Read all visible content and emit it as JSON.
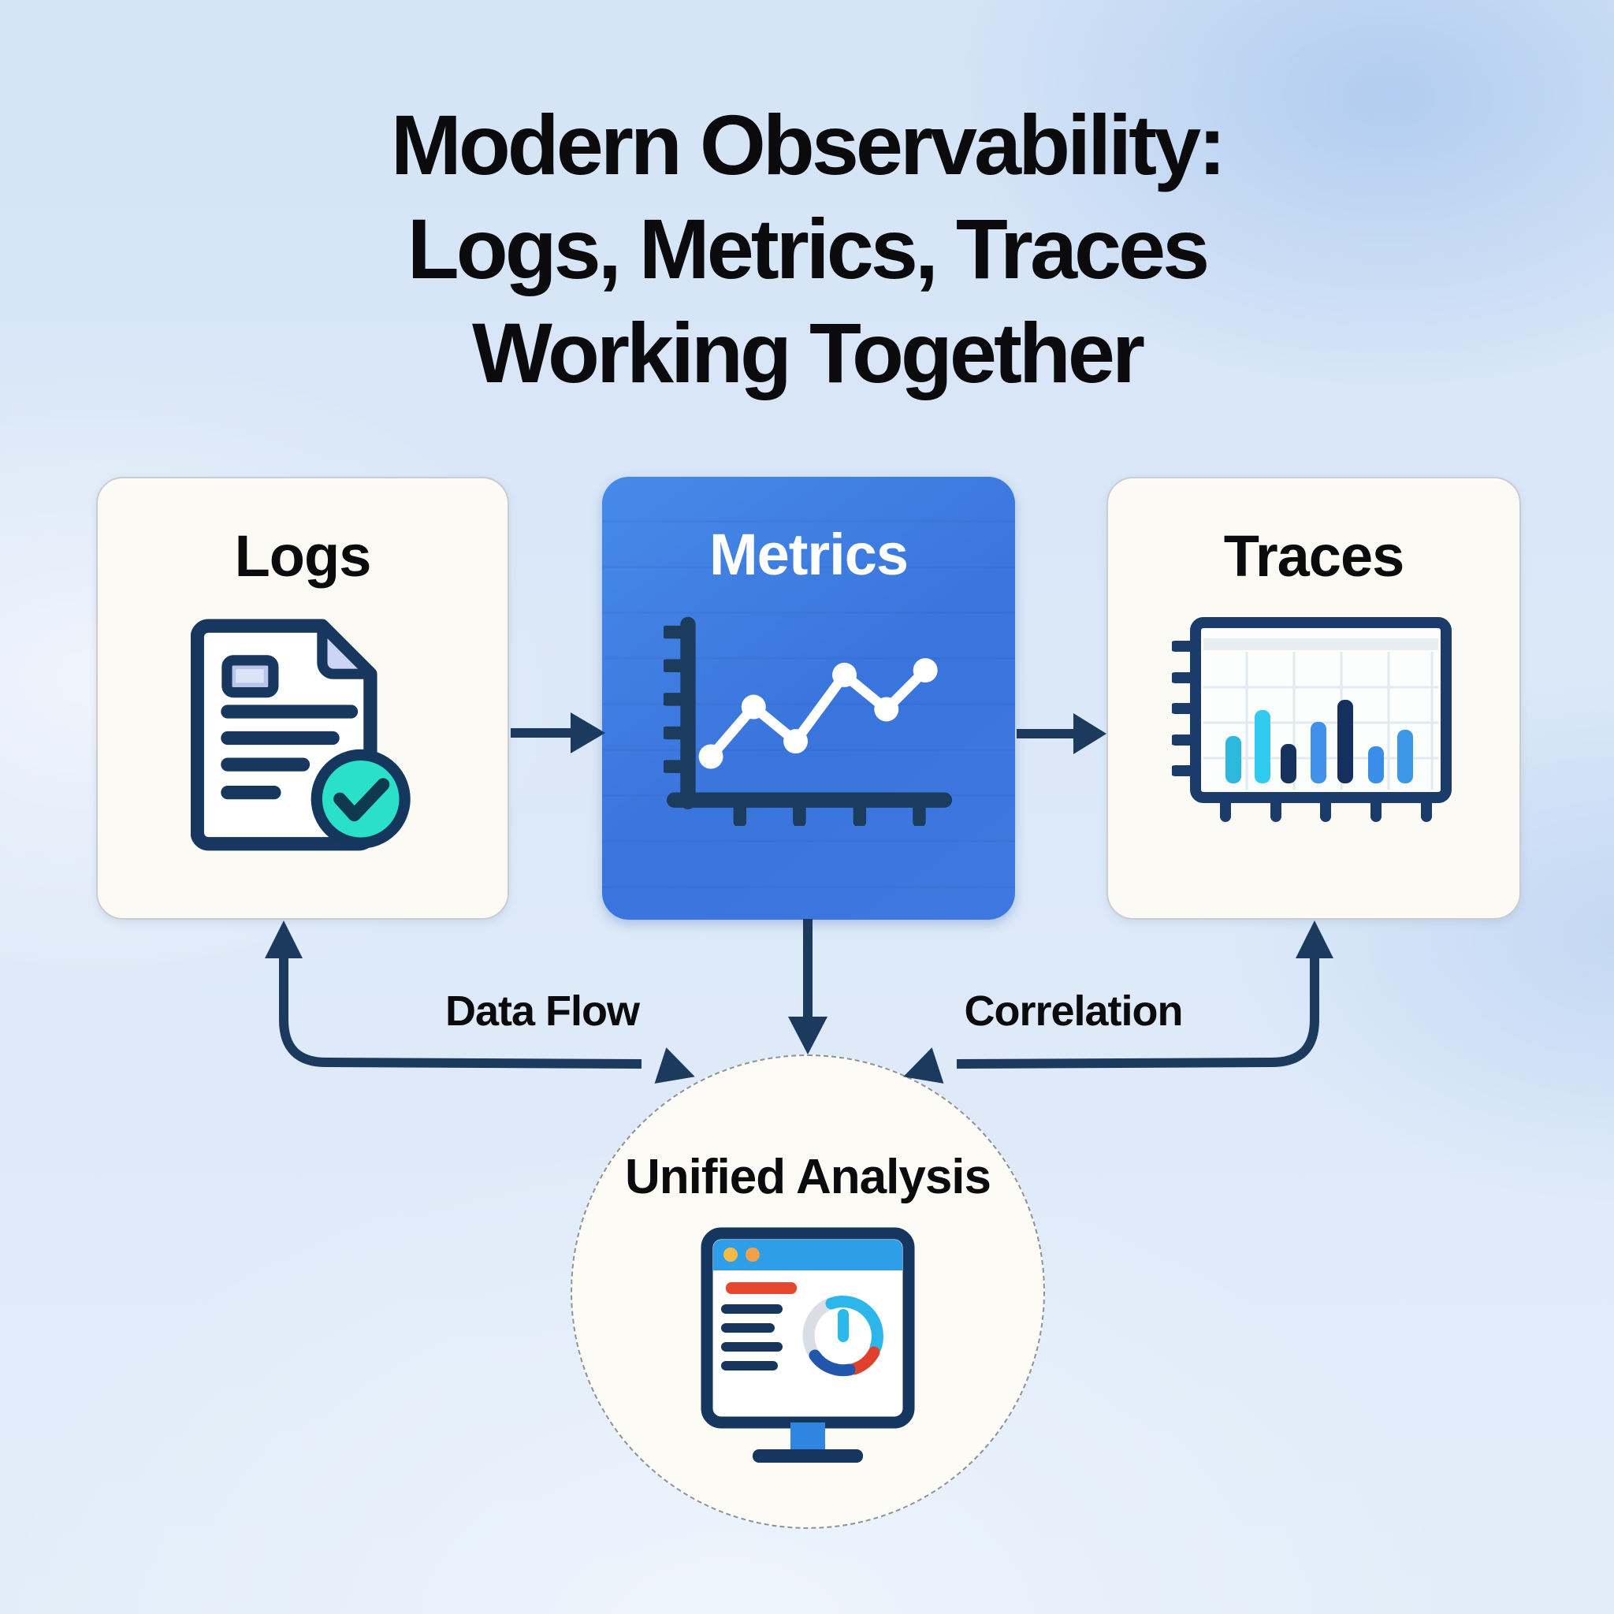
{
  "title": {
    "line1": "Modern Observability:",
    "line2": "Logs, Metrics, Traces",
    "line3": "Working Together"
  },
  "cards": {
    "logs": {
      "label": "Logs",
      "icon": "document-check-icon"
    },
    "metrics": {
      "label": "Metrics",
      "icon": "line-chart-icon"
    },
    "traces": {
      "label": "Traces",
      "icon": "bar-chart-icon"
    }
  },
  "connectors": {
    "data_flow_label": "Data Flow",
    "correlation_label": "Correlation"
  },
  "unified": {
    "label": "Unified Analysis",
    "icon": "dashboard-monitor-icon"
  },
  "colors": {
    "background": "#dbe8f8",
    "card_background": "#fbfaf4",
    "metrics_blue": "#3d7ade",
    "arrow_navy": "#1b3a5e",
    "check_teal": "#2be0c9",
    "bar_cyan": "#2fc9ee",
    "bar_blue": "#4190e9",
    "bar_navy": "#15305f",
    "accent_red": "#e8472f",
    "accent_orange": "#f6ba43",
    "title_text": "#0b0b0d",
    "metrics_label_text": "#ffffff"
  }
}
